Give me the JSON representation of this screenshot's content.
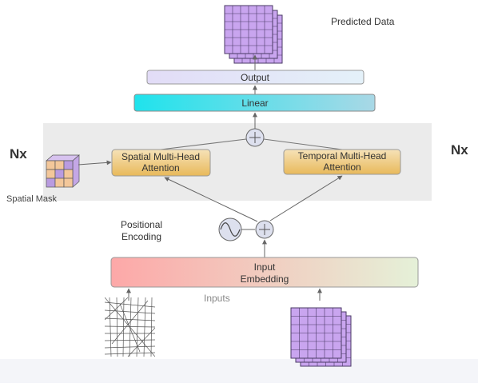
{
  "labels": {
    "predicted_data": "Predicted Data",
    "output": "Output",
    "linear": "Linear",
    "nx_left": "Nx",
    "nx_right": "Nx",
    "spatial_attention_line1": "Spatial Multi-Head",
    "spatial_attention_line2": "Attention",
    "temporal_attention_line1": "Temporal Multi-Head",
    "temporal_attention_line2": "Attention",
    "spatial_mask": "Spatial Mask",
    "positional_encoding_line1": "Positional",
    "positional_encoding_line2": "Encoding",
    "input_embedding_line1": "Input",
    "input_embedding_line2": "Embedding",
    "inputs": "Inputs"
  },
  "icons": {
    "add_node": "circled-plus",
    "positional_encoding": "sine-wave",
    "road_network": "street-map",
    "grid_stack": "purple-grid-stack",
    "mask_cube": "mask-cube"
  },
  "colors": {
    "grid_fill": "#c9a5ef",
    "grid_line": "#4a3a66",
    "attention_box_top": "#f6e2b8",
    "attention_box_bottom": "#e8b95a",
    "linear_left": "#1fe3ec",
    "linear_right": "#a9d8e6",
    "output_left": "#e2dcf7",
    "output_right": "#e4f1f9",
    "embedding_left": "#fda8a8",
    "embedding_right": "#e5f1d8",
    "block_background": "#ebebeb",
    "arrow": "#666666"
  }
}
